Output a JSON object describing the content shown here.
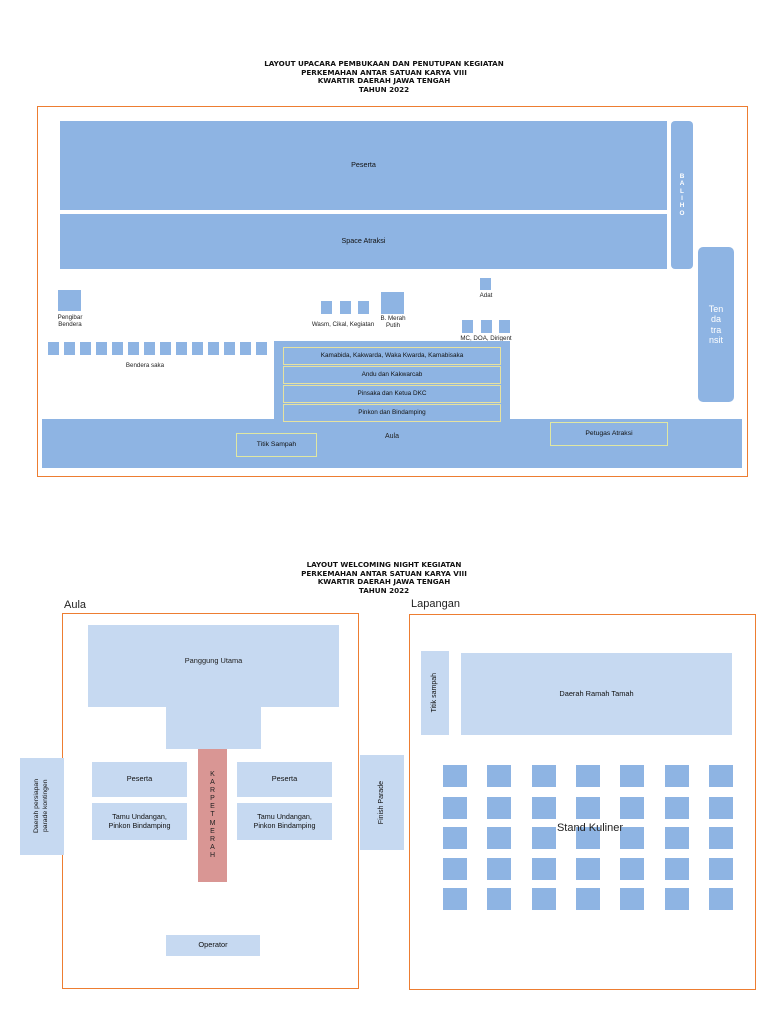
{
  "layout1": {
    "title_lines": [
      "LAYOUT UPACARA PEMBUKAAN DAN PENUTUPAN KEGIATAN",
      "PERKEMAHAN ANTAR SATUAN KARYA VIII",
      "KWARTIR DAERAH JAWA TENGAH",
      "TAHUN 2022"
    ],
    "peserta": "Peserta",
    "space_atraksi": "Space Atraksi",
    "balio_letters": [
      "B",
      "A",
      "L",
      "I",
      "H",
      "O"
    ],
    "tenda_transit_lines": [
      "Ten",
      "da",
      "tra",
      "nsit"
    ],
    "pengibar_bendera_lines": [
      "Pengibar",
      "Bendera"
    ],
    "wasm_label": "Wasm, Cikal, Kegiatan",
    "b_merah_putih_lines": [
      "B. Merah",
      "Putih"
    ],
    "adat": "Adat",
    "mc_label": "MC, DOA, Dirigent",
    "bendera_saka": "Bendera saka",
    "stage_rows": [
      "Kamabida, Kakwarda, Waka Kwarda, Kamabisaka",
      "Andu dan Kakwarcab",
      "Pinsaka dan Ketua DKC",
      "Pinkon dan Bindamping"
    ],
    "aula": "Aula",
    "titik_sampah": "Titik Sampah",
    "petugas_atraksi": "Petugas Atraksi"
  },
  "layout2": {
    "title_lines": [
      "LAYOUT WELCOMING NIGHT KEGIATAN",
      "PERKEMAHAN ANTAR SATUAN KARYA VIII",
      "KWARTIR DAERAH JAWA TENGAH",
      "TAHUN 2022"
    ],
    "aula_label": "Aula",
    "lapangan_label": "Lapangan",
    "panggung_utama": "Panggung Utama",
    "peserta_left": "Peserta",
    "peserta_right": "Peserta",
    "tamu_left_lines": [
      "Tamu Undangan,",
      "Pinkon Bindamping"
    ],
    "tamu_right_lines": [
      "Tamu Undangan,",
      "Pinkon Bindamping"
    ],
    "karpet_merah_letters": [
      "K",
      "A",
      "R",
      "P",
      "E",
      "T",
      "M",
      "E",
      "R",
      "A",
      "H"
    ],
    "operator": "Operator",
    "daerah_persiapan_lines": [
      "Daerah persiapan",
      "parade kontingen"
    ],
    "finish_parade": "Finish Parade",
    "titik_sampah": "Titik sampah",
    "daerah_ramah_tamah": "Daerah Ramah Tamah",
    "stand_kuliner": "Stand Kuliner"
  },
  "colors": {
    "frame": "#ed7d31",
    "block_blue": "#8eb4e3",
    "block_light_blue": "#c6d9f1",
    "karpet_red": "#d99694",
    "highlight_yellow": "#e0e7a2"
  }
}
